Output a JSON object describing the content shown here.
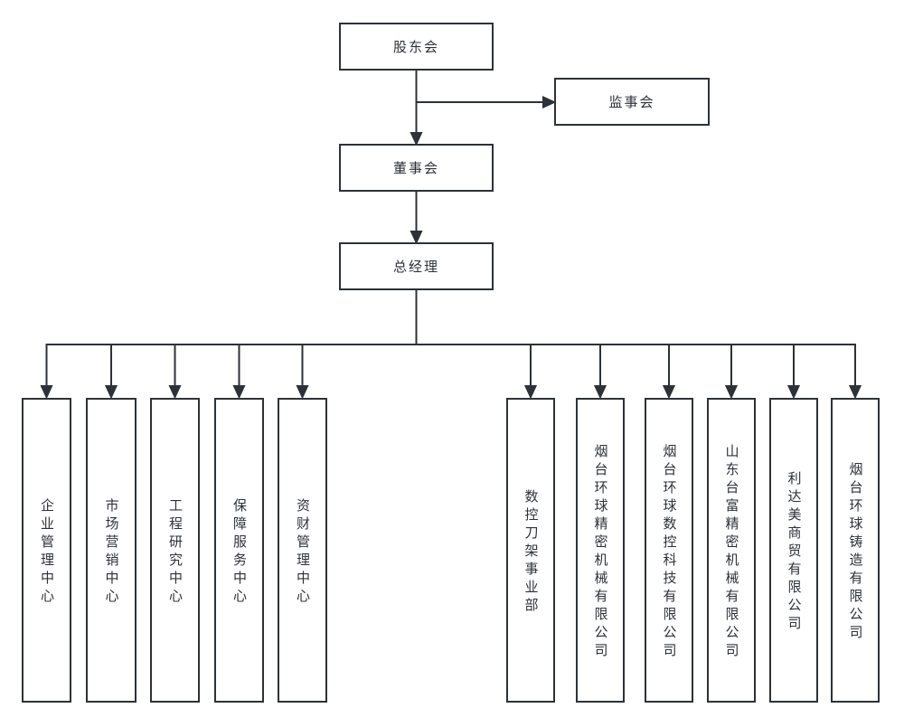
{
  "org_chart": {
    "nodes": {
      "shareholders": {
        "label": "股东会"
      },
      "supervisors": {
        "label": "监事会"
      },
      "board": {
        "label": "董事会"
      },
      "general_manager": {
        "label": "总经理"
      },
      "children": [
        {
          "label": "企业管理中心"
        },
        {
          "label": "市场营销中心"
        },
        {
          "label": "工程研究中心"
        },
        {
          "label": "保障服务中心"
        },
        {
          "label": "资财管理中心"
        },
        {
          "label": "数控刀架事业部"
        },
        {
          "label": "烟台环球精密机械有限公司"
        },
        {
          "label": "烟台环球数控科技有限公司"
        },
        {
          "label": "山东台富精密机械有限公司"
        },
        {
          "label": "利达美商贸有限公司"
        },
        {
          "label": "烟台环球铸造有限公司"
        }
      ]
    },
    "colors": {
      "line": "#2d3238",
      "text": "#2d3238",
      "box_background": "#ffffff",
      "page_background": "#ffffff"
    }
  }
}
